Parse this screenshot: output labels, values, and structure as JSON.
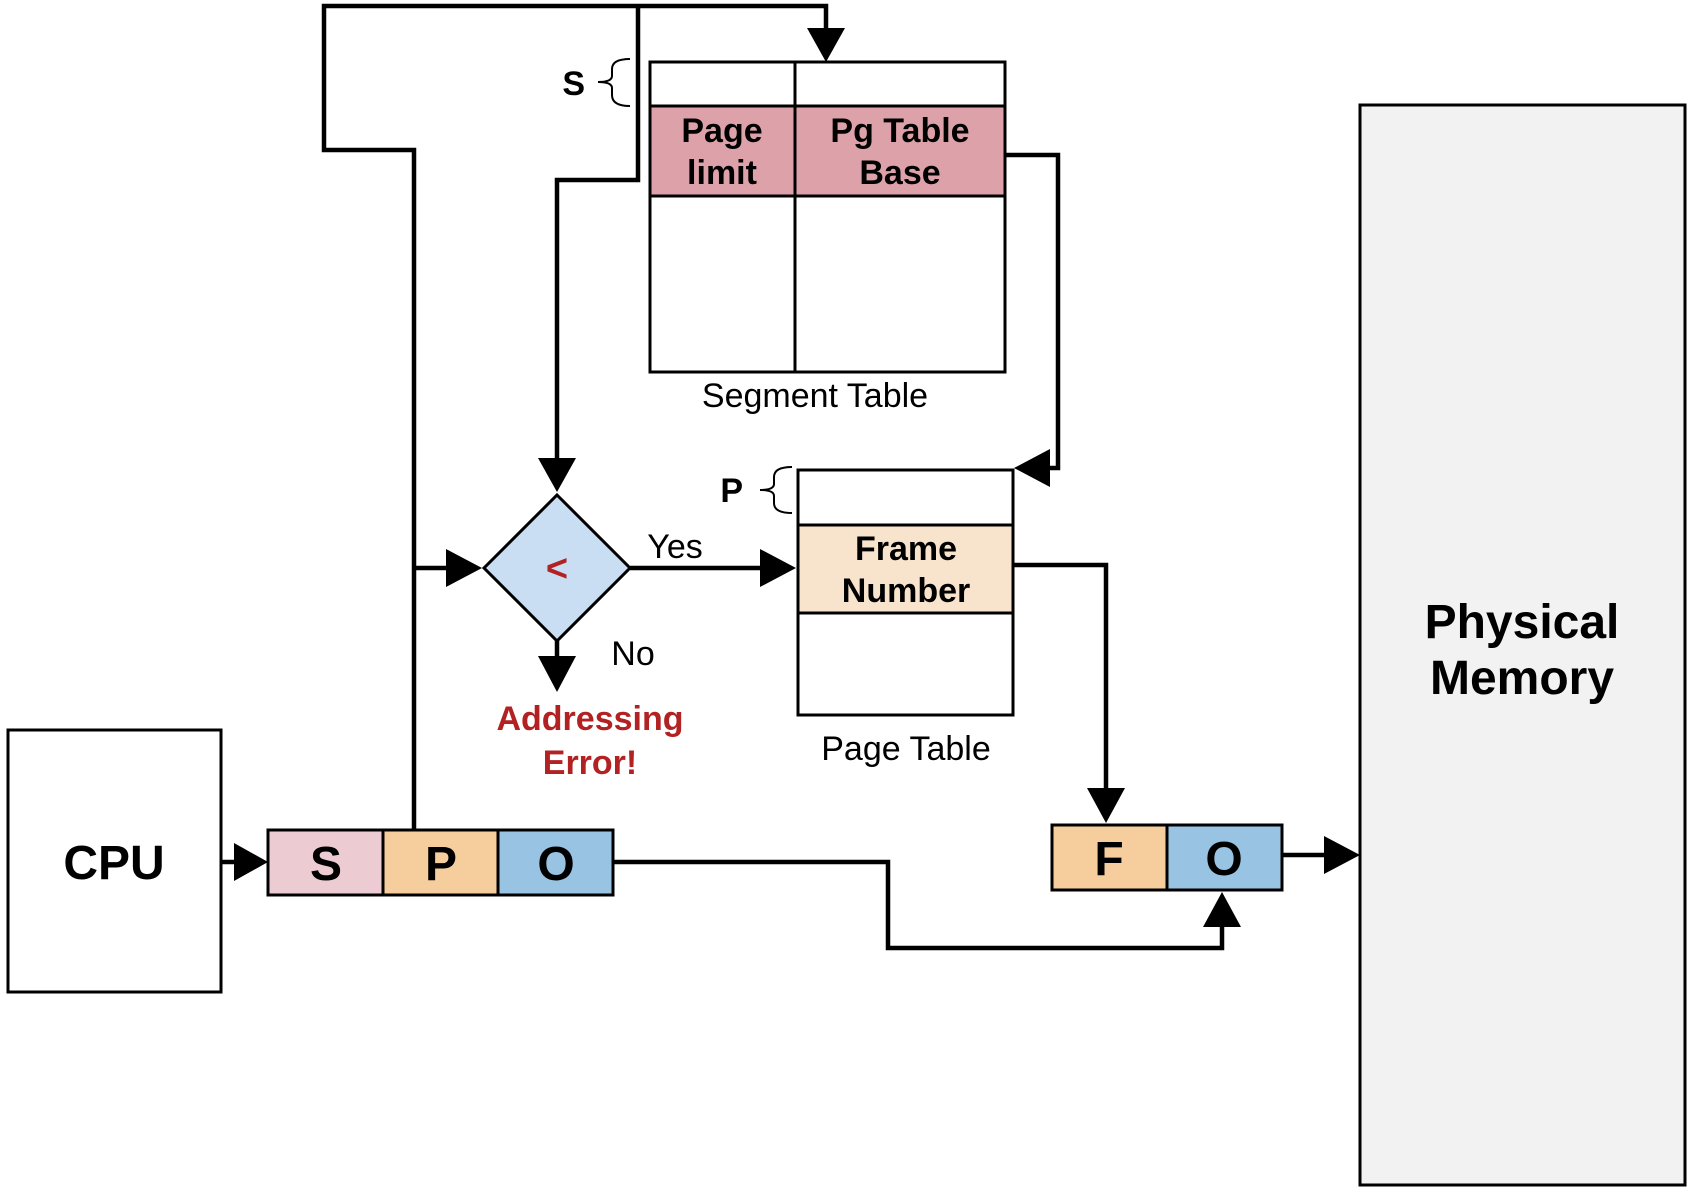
{
  "title": "",
  "colors": {
    "segment_s": "#ecccd2",
    "page_p": "#f6cd9d",
    "offset_o": "#98c3e2",
    "segment_entry": "#dda2a9",
    "frame_entry": "#f8e4cc",
    "comparator": "#c9def2",
    "memory": "#f2f2f2",
    "error_text": "#b22222",
    "line": "#000000"
  },
  "cpu": {
    "label": "CPU"
  },
  "virtual_address": {
    "s": "S",
    "p": "P",
    "o": "O"
  },
  "segment_table": {
    "caption": "Segment Table",
    "index_label": "S",
    "col1_line1": "Page",
    "col1_line2": "limit",
    "col2_line1": "Pg Table",
    "col2_line2": "Base"
  },
  "comparator": {
    "symbol": "<",
    "yes_label": "Yes",
    "no_label": "No"
  },
  "error": {
    "line1": "Addressing",
    "line2": "Error!"
  },
  "page_table": {
    "caption": "Page Table",
    "index_label": "P",
    "entry_line1": "Frame",
    "entry_line2": "Number"
  },
  "physical_address": {
    "f": "F",
    "o": "O"
  },
  "memory": {
    "line1": "Physical",
    "line2": "Memory"
  },
  "icons": {
    "arrowhead": "triangle-arrowhead-icon",
    "brace": "left-curly-brace-icon"
  }
}
